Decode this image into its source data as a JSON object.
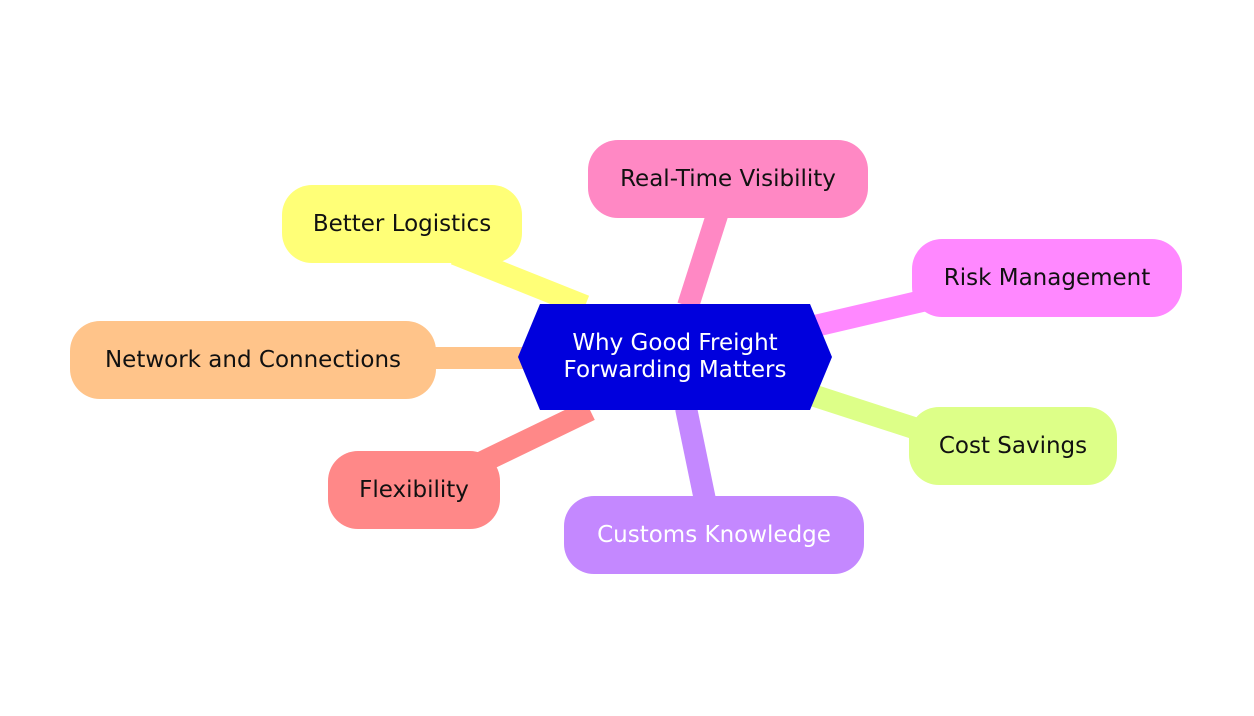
{
  "center": {
    "line1": "Why Good Freight",
    "line2": "Forwarding Matters",
    "color": "#0000dd",
    "text_color": "#ffffff"
  },
  "branches": [
    {
      "id": "real-time-visibility",
      "label": "Real-Time Visibility",
      "color": "#ff88c4",
      "text_color": "#111111"
    },
    {
      "id": "better-logistics",
      "label": "Better Logistics",
      "color": "#ffff77",
      "text_color": "#111111"
    },
    {
      "id": "risk-management",
      "label": "Risk Management",
      "color": "#ff88ff",
      "text_color": "#111111"
    },
    {
      "id": "network-and-connections",
      "label": "Network and Connections",
      "color": "#ffc48a",
      "text_color": "#111111"
    },
    {
      "id": "cost-savings",
      "label": "Cost Savings",
      "color": "#ddff88",
      "text_color": "#111111"
    },
    {
      "id": "flexibility",
      "label": "Flexibility",
      "color": "#ff8888",
      "text_color": "#111111"
    },
    {
      "id": "customs-knowledge",
      "label": "Customs Knowledge",
      "color": "#c488ff",
      "text_color": "#ffffff"
    }
  ]
}
